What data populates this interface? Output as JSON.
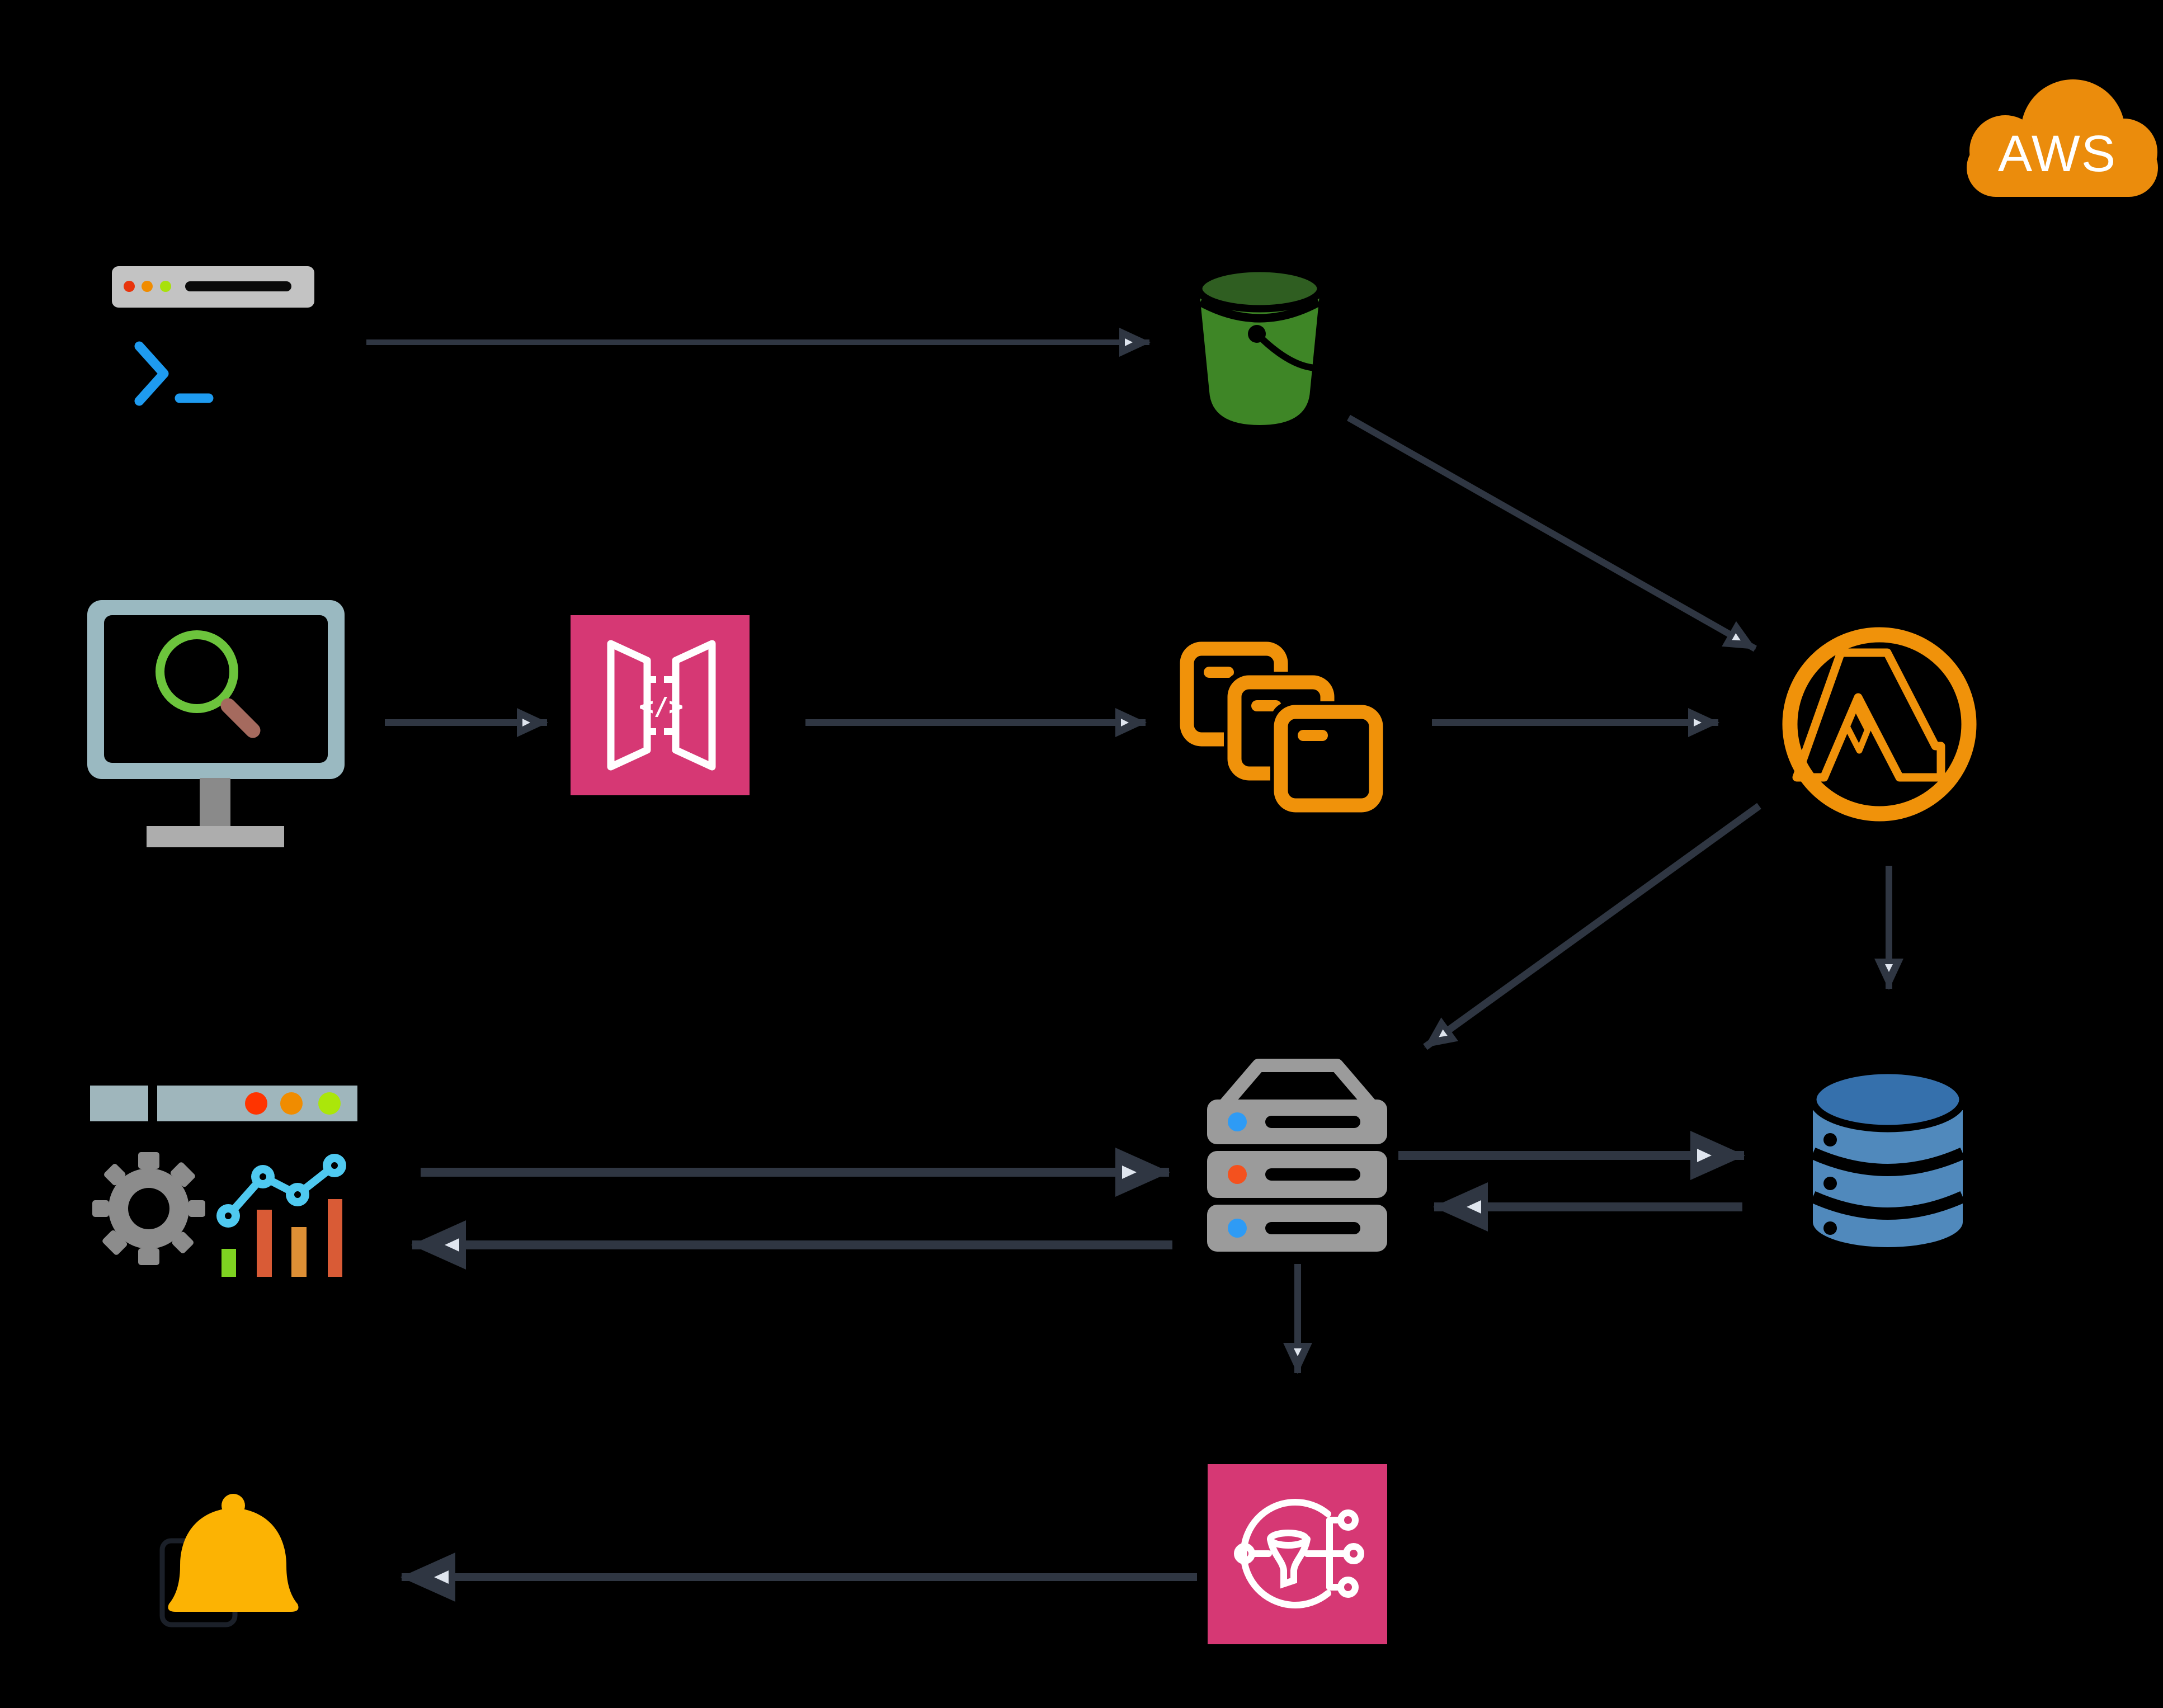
{
  "diagram": {
    "cloud": {
      "label": "AWS",
      "fill": "#EB8C0C",
      "text_color": "#FFFFFF"
    },
    "api_gateway": {
      "glyph": "</>"
    },
    "colors": {
      "background": "#000000",
      "arrow": "#2F3642",
      "pink_service": "#D63874",
      "orange_service": "#F0920A",
      "bucket_green": "#3E8626",
      "bucket_green_dark": "#2F5E21",
      "server_gray": "#9B9B9B",
      "db_blue": "#5089BC",
      "db_blue_dark": "#3570AC",
      "terminal_gray": "#C3C3C3",
      "terminal_blue": "#1E9BF0",
      "monitor_frame": "#9AB9C1",
      "magnifier_green": "#6CC43C",
      "magnifier_handle": "#A56A5E",
      "dashboard_bar": "#9FB6BC",
      "gear_gray": "#8C8C8C",
      "chart_cyan": "#4FC9F0",
      "bar_green": "#7ED321",
      "bar_red": "#D95B36",
      "bar_orange": "#DD8F35",
      "bell_amber": "#FCB303",
      "dot_red": "#E8340C",
      "dot_orange": "#F08C00",
      "dot_green": "#A8E10C",
      "server_dot_blue": "#2E9BF5",
      "server_dot_red": "#F4511E"
    },
    "nodes": [
      {
        "id": "cli-terminal",
        "icon": "terminal-icon"
      },
      {
        "id": "s3-bucket",
        "icon": "bucket-icon"
      },
      {
        "id": "search-monitor",
        "icon": "monitor-magnifier-icon"
      },
      {
        "id": "api-gateway",
        "icon": "api-gateway-icon"
      },
      {
        "id": "message-queue",
        "icon": "queue-messages-icon"
      },
      {
        "id": "lambda-function",
        "icon": "lambda-icon"
      },
      {
        "id": "server-stack",
        "icon": "server-icon"
      },
      {
        "id": "database",
        "icon": "database-cylinder-icon"
      },
      {
        "id": "monitoring-dashboard",
        "icon": "dashboard-gear-chart-icon"
      },
      {
        "id": "sns-topic",
        "icon": "sns-funnel-icon"
      },
      {
        "id": "notification-bell",
        "icon": "bell-icon"
      },
      {
        "id": "aws-cloud",
        "icon": "aws-cloud-logo"
      }
    ],
    "edges": [
      {
        "from": "cli-terminal",
        "to": "s3-bucket"
      },
      {
        "from": "s3-bucket",
        "to": "lambda-function"
      },
      {
        "from": "search-monitor",
        "to": "api-gateway"
      },
      {
        "from": "api-gateway",
        "to": "message-queue"
      },
      {
        "from": "message-queue",
        "to": "lambda-function"
      },
      {
        "from": "lambda-function",
        "to": "database"
      },
      {
        "from": "lambda-function",
        "to": "server-stack"
      },
      {
        "from": "monitoring-dashboard",
        "to": "server-stack"
      },
      {
        "from": "server-stack",
        "to": "monitoring-dashboard"
      },
      {
        "from": "server-stack",
        "to": "database"
      },
      {
        "from": "database",
        "to": "server-stack"
      },
      {
        "from": "server-stack",
        "to": "sns-topic"
      },
      {
        "from": "sns-topic",
        "to": "notification-bell"
      }
    ]
  }
}
